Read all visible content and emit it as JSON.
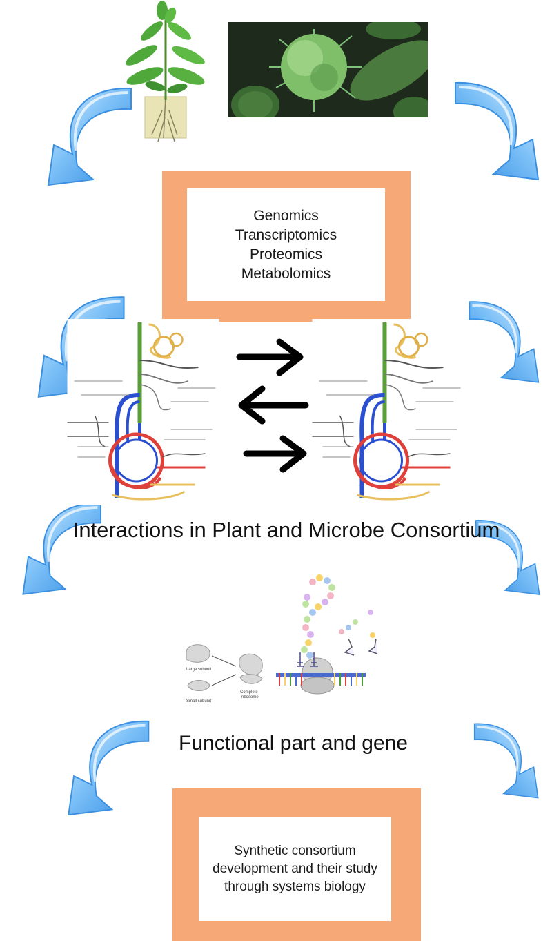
{
  "omics_box": {
    "lines": [
      "Genomics",
      "Transcriptomics",
      "Proteomics",
      "Metabolomics"
    ]
  },
  "interactions_label": "Interactions in Plant and Microbe Consortium",
  "functional_label": "Functional part and gene",
  "synthetic_box": {
    "lines": [
      "Synthetic consortium",
      "development and their study",
      "through systems biology"
    ]
  },
  "ribosome": {
    "large_subunit": "Large subunit",
    "small_subunit": "Small subunit",
    "complete_line1": "Complete",
    "complete_line2": "ribosome"
  },
  "colors": {
    "box_border": "#f7a877",
    "arrow_blue": "#4aa3f0",
    "arrow_light": "#c8e6ff",
    "pathway_green": "#5a9e3a",
    "pathway_blue": "#2a4fd0",
    "pathway_red": "#e0403a",
    "pathway_yellow": "#e8c060"
  },
  "icons": [
    "plant-icon",
    "microbe-image",
    "metabolic-pathway-map",
    "ribosome-diagram",
    "translation-diagram"
  ]
}
